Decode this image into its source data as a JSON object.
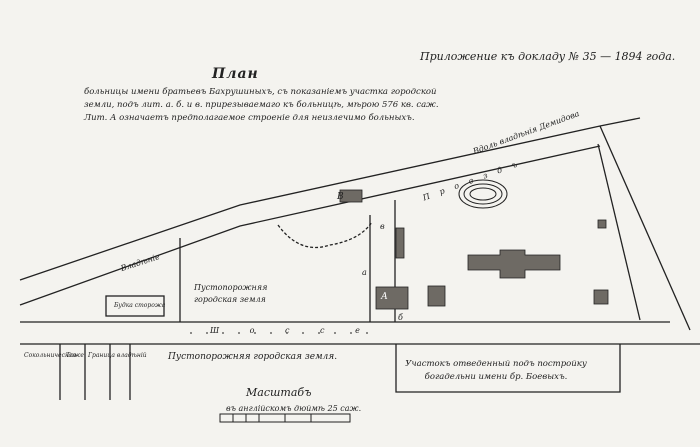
{
  "map": {
    "title": "План",
    "appendix": "Приложение къ докладу № 35 — 1894 года.",
    "description": "больницы имени братьевъ Бахрушиныхъ, съ показаніемъ участка городской земли, подъ лит. а. б. и в. прирезываемаго къ больницѣ, мѣрою 576 кв. саж. Лит. А означаетъ предполагаемое строеніе для неизлечимо больныхъ.",
    "labels": {
      "possession": "Владѣніе",
      "vacant_land_center": "Пустопорожняя городская земля",
      "vacant_land_bottom": "Пустопорожняя городская земля.",
      "highway": "Ш о с с е",
      "passage": "П р о е з д ъ",
      "boundary_top": "Вдоль владѣнія Демидова",
      "left_col_1": "Сокольническая",
      "left_col_2": "Тоже",
      "left_col_3": "Граница владѣній",
      "kiosk": "Будка сторожа",
      "bottom_note": "Участокъ отведенный подъ постройку богадельни имени бр. Боевыхъ.",
      "letter_A": "А",
      "letter_B": "В",
      "letter_a": "а",
      "letter_b": "б",
      "letter_v": "в"
    },
    "scale": {
      "title": "Масштабъ",
      "text": "въ англійскомъ дюймѣ 25 саж."
    },
    "colors": {
      "paper": "#f4f3ef",
      "ink": "#222222",
      "building": "#6e6a64"
    }
  }
}
